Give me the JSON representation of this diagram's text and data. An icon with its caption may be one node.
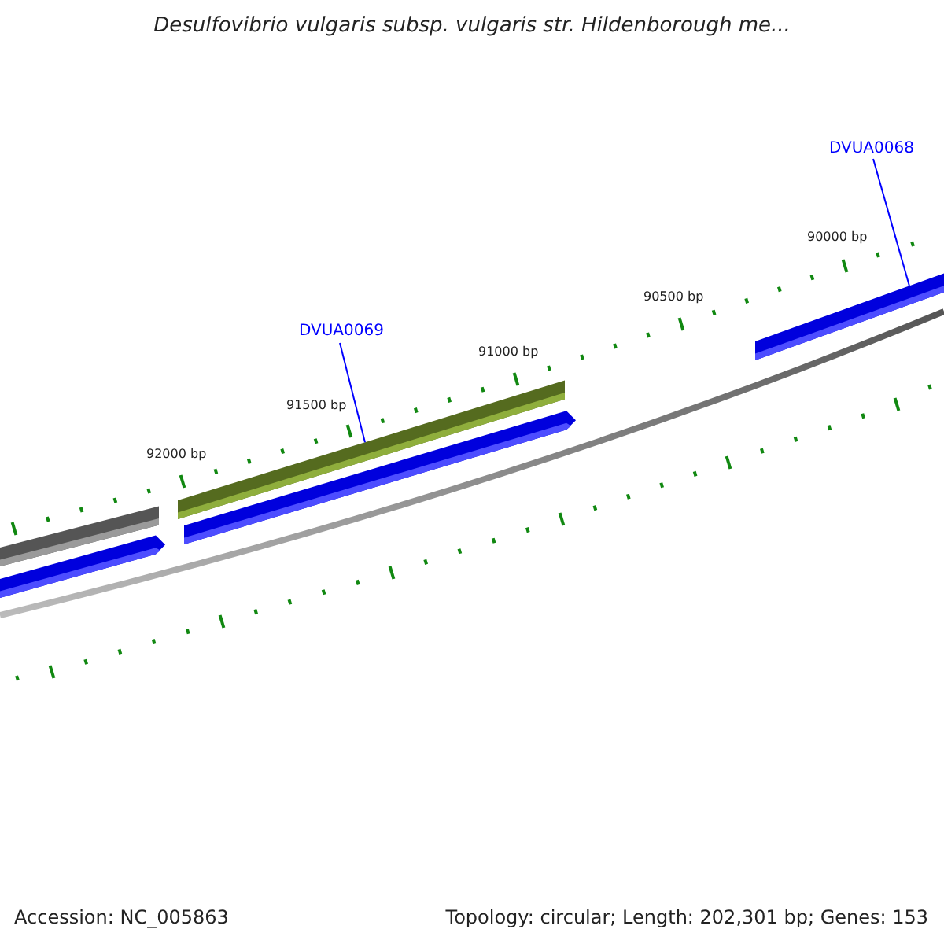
{
  "diagram": {
    "title": "Desulfovibrio vulgaris subsp. vulgaris str. Hildenborough me...",
    "nodes": [
      {
        "text": [
          "DVUA0069"
        ]
      },
      {
        "text": [
          "DVUA0068"
        ]
      },
      {
        "text": [],
        "shape": "bar"
      },
      {
        "text": [],
        "shape": "bar"
      },
      {
        "text": [],
        "shape": "bar"
      },
      {
        "text": [],
        "shape": "bar"
      },
      {
        "text": [],
        "shape": "bar"
      }
    ],
    "edges": [
      {
        "from": 0,
        "to": 4,
        "arrow": "none"
      },
      {
        "from": 1,
        "to": 6,
        "arrow": "none"
      }
    ],
    "labels": [
      "92000 bp",
      "91500 bp",
      "91000 bp",
      "90500 bp",
      "90000 bp",
      "Accession: NC_005863",
      "Topology: circular; Length: 202,301 bp; Genes: 153"
    ]
  }
}
